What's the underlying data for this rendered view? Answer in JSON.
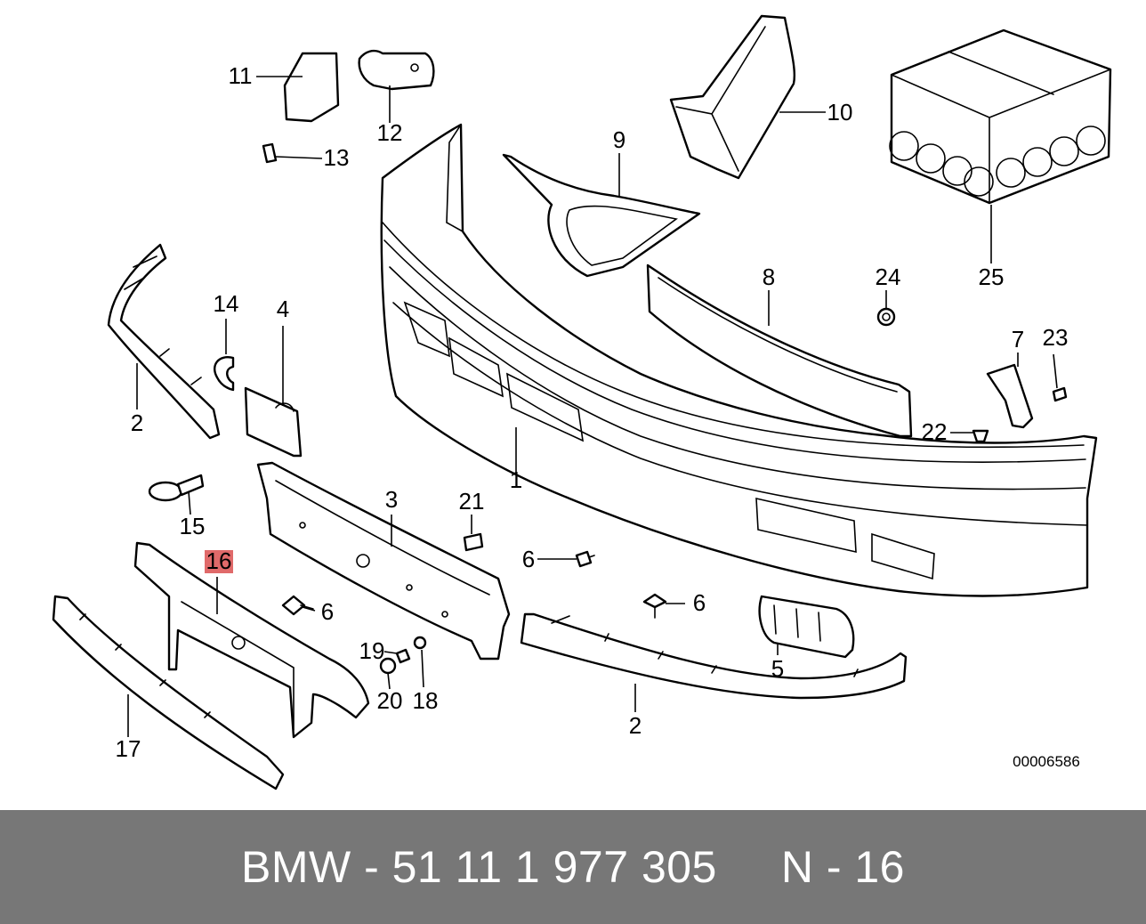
{
  "diagram": {
    "callouts": [
      "1",
      "2",
      "2",
      "3",
      "4",
      "5",
      "6",
      "6",
      "6",
      "7",
      "8",
      "9",
      "10",
      "11",
      "12",
      "13",
      "14",
      "15",
      "16",
      "17",
      "18",
      "19",
      "20",
      "21",
      "22",
      "23",
      "24",
      "25"
    ],
    "highlighted_callout": "16",
    "highlight_color": "#e06a6a",
    "drawing_number": "00006586"
  },
  "footer": {
    "text": "BMW - 51 11 1 977 305     N - 16",
    "background": "#777777"
  }
}
